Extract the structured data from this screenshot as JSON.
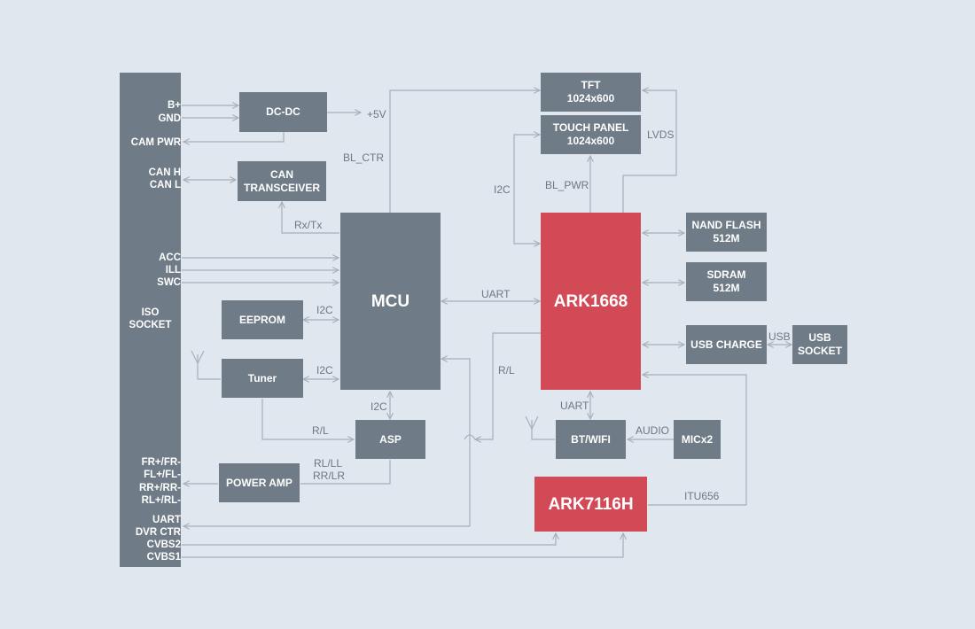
{
  "iso_socket": {
    "title": [
      "ISO",
      "SOCKET"
    ],
    "pins": {
      "b_plus": "B+",
      "gnd": "GND",
      "cam_pwr": "CAM PWR",
      "can_h": "CAN H",
      "can_l": "CAN L",
      "acc": "ACC",
      "ill": "ILL",
      "swc": "SWC",
      "fr": "FR+/FR-",
      "fl": "FL+/FL-",
      "rr": "RR+/RR-",
      "rl": "RL+/RL-",
      "uart": "UART",
      "dvr_ctr": "DVR CTR",
      "cvbs2": "CVBS2",
      "cvbs1": "CVBS1"
    }
  },
  "blocks": {
    "dcdc": [
      "DC-DC"
    ],
    "can": [
      "CAN",
      "TRANSCEIVER"
    ],
    "mcu": [
      "MCU"
    ],
    "eeprom": [
      "EEPROM"
    ],
    "tuner": [
      "Tuner"
    ],
    "asp": [
      "ASP"
    ],
    "power_amp": [
      "POWER AMP"
    ],
    "tft": [
      "TFT",
      "1024x600"
    ],
    "touch": [
      "TOUCH PANEL",
      "1024x600"
    ],
    "ark1668": [
      "ARK1668"
    ],
    "nand": [
      "NAND FLASH",
      "512M"
    ],
    "sdram": [
      "SDRAM",
      "512M"
    ],
    "usb_charge": [
      "USB CHARGE"
    ],
    "usb_socket": [
      "USB",
      "SOCKET"
    ],
    "btwifi": [
      "BT/WIFI"
    ],
    "mic": [
      "MICx2"
    ],
    "ark7116h": [
      "ARK7116H"
    ]
  },
  "labels": {
    "plus5v": "+5V",
    "bl_ctr": "BL_CTR",
    "rx_tx": "Rx/Tx",
    "i2c_eeprom": "I2C",
    "i2c_tuner": "I2C",
    "i2c_asp": "I2C",
    "i2c_touch": "I2C",
    "uart_mcu": "UART",
    "rl_tuner": "R/L",
    "rl_ark": "R/L",
    "rl_ll": "RL/LL",
    "rr_lr": "RR/LR",
    "bl_pwr": "BL_PWR",
    "lvds": "LVDS",
    "uart_bt": "UART",
    "audio": "AUDIO",
    "usb": "USB",
    "itu656": "ITU656"
  },
  "colors": {
    "background": "#e1e7ee",
    "block": "#6f7b86",
    "highlight": "#d34a57",
    "wire": "#a4b0bc",
    "label": "#6c7884"
  }
}
